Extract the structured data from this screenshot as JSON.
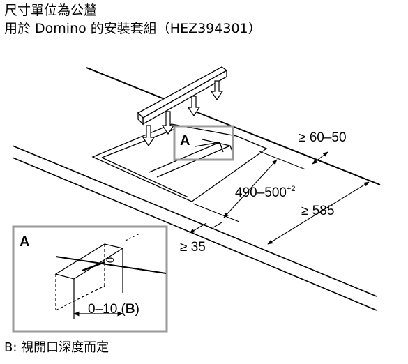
{
  "header": {
    "title_line1": "尺寸單位為公釐",
    "title_line2": "用於 Domino 的安裝套組（HEZ394301）"
  },
  "labels": {
    "callout_main": "A",
    "dim_rear": "≥ 60–50",
    "dim_cutout": "490–500",
    "dim_cutout_tolerance": "+2",
    "dim_depth": "≥ 585",
    "dim_front": "≥ 35"
  },
  "detail": {
    "label": "A",
    "range": "0–10 (",
    "range_ref": "B",
    "range_close": ")"
  },
  "footnote": "B: 視開口深度而定",
  "colors": {
    "line": "#000000",
    "callout_box": "#9a9a9a"
  }
}
